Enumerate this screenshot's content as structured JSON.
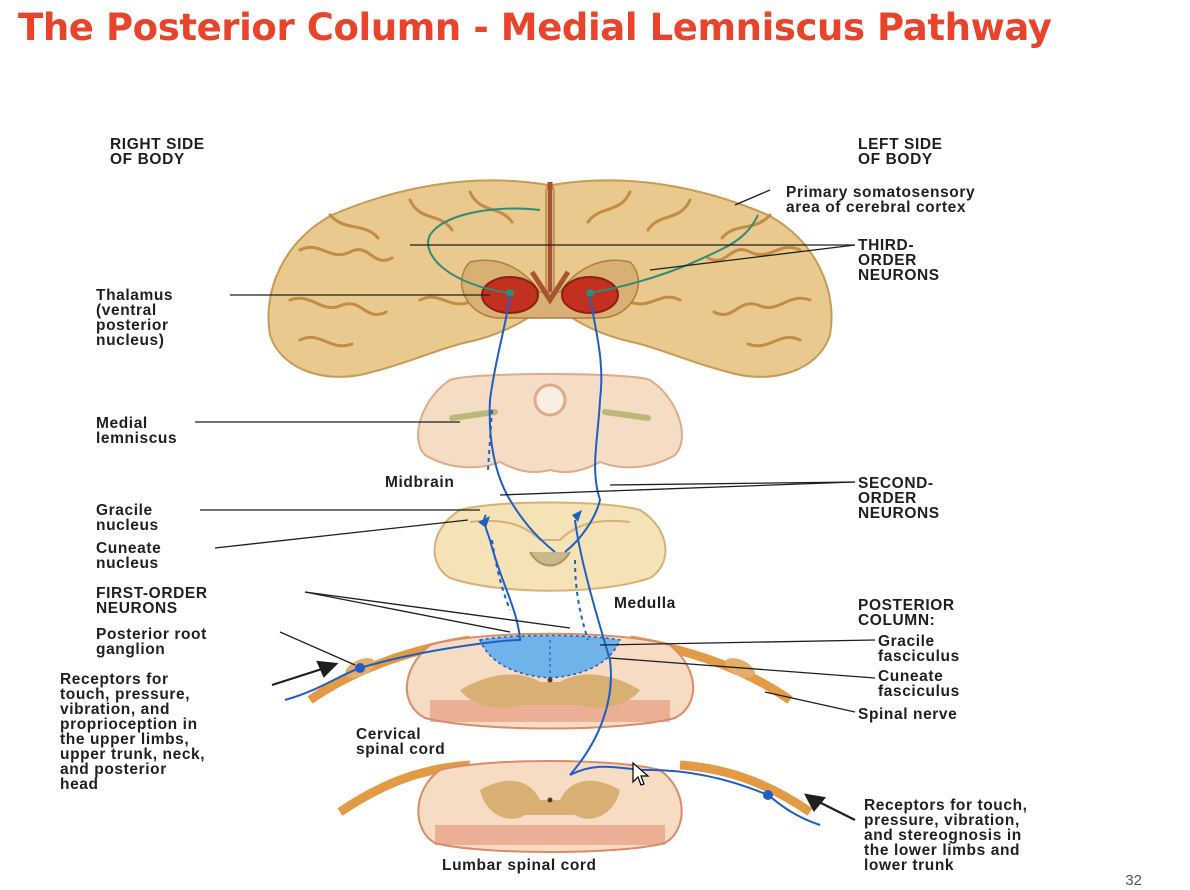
{
  "slide": {
    "title": "The Posterior Column - Medial Lemniscus Pathway",
    "number": "32"
  },
  "labels": {
    "right_side": "RIGHT SIDE\nOF BODY",
    "left_side": "LEFT SIDE\nOF BODY",
    "primary_somatosensory": "Primary somatosensory\narea of cerebral cortex",
    "third_order": "THIRD-\nORDER\nNEURONS",
    "thalamus": "Thalamus\n(ventral\nposterior\nnucleus)",
    "medial_lemniscus": "Medial\nlemniscus",
    "midbrain": "Midbrain",
    "second_order": "SECOND-\nORDER\nNEURONS",
    "gracile_nucleus": "Gracile\nnucleus",
    "cuneate_nucleus": "Cuneate\nnucleus",
    "first_order": "FIRST-ORDER\nNEURONS",
    "medulla": "Medulla",
    "posterior_column": "POSTERIOR\nCOLUMN:",
    "posterior_root_ganglion": "Posterior root\nganglion",
    "gracile_fasciculus": "Gracile\nfasciculus",
    "cuneate_fasciculus": "Cuneate\nfasciculus",
    "receptors_upper": "Receptors for\ntouch, pressure,\nvibration, and\nproprioception in\nthe upper limbs,\nupper trunk, neck,\nand posterior\nhead",
    "spinal_nerve": "Spinal nerve",
    "cervical_cord": "Cervical\nspinal cord",
    "receptors_lower": "Receptors for touch,\npressure, vibration,\nand stereognosis in\nthe lower limbs and\nlower trunk",
    "lumbar_cord": "Lumbar spinal cord"
  },
  "colors": {
    "title": "#e8432b",
    "brain_tissue": "#e9c98d",
    "gray_matter": "#cfa660",
    "thalamus": "#c4301f",
    "neuron_first_second": "#1f5fc4",
    "neuron_third": "#2e8b74",
    "cord_pink": "#e08a6e",
    "nerve_orange": "#e39a45"
  }
}
